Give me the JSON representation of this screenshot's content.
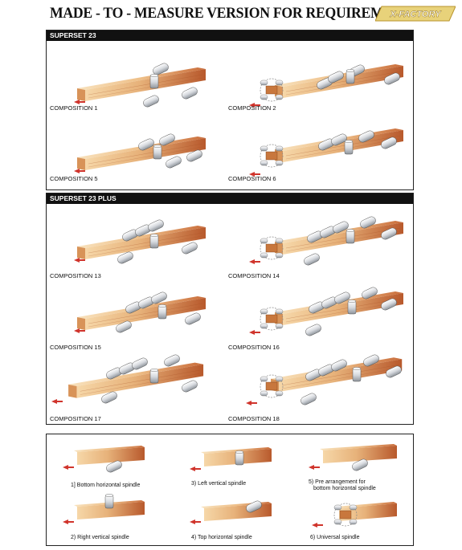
{
  "header": {
    "title": "MADE - TO - MEASURE VERSION FOR REQUIREMENTS",
    "logo_text": "X-FACTORY"
  },
  "superset23": {
    "heading": "SUPERSET 23",
    "compositions": [
      "COMPOSITION 1",
      "COMPOSITION 2",
      "COMPOSITION 5",
      "COMPOSITION 6"
    ]
  },
  "superset23plus": {
    "heading": "SUPERSET 23 PLUS",
    "compositions": [
      "COMPOSITION 13",
      "COMPOSITION 14",
      "COMPOSITION 15",
      "COMPOSITION 16",
      "COMPOSITION 17",
      "COMPOSITION 18"
    ]
  },
  "legend": {
    "items": [
      "1] Bottom horizontal spindle",
      "3) Left vertical spindle",
      "5) Pre arrangement for",
      "bottom horizontal spindle",
      "2) Right vertical spindle",
      "4) Top horizontal spindle",
      "6) Universal spindle"
    ]
  },
  "colors": {
    "wood_light": "#f2c990",
    "wood_dark": "#b45a2e",
    "arrow": "#d0342c",
    "spindle": "#dcdfe3"
  }
}
